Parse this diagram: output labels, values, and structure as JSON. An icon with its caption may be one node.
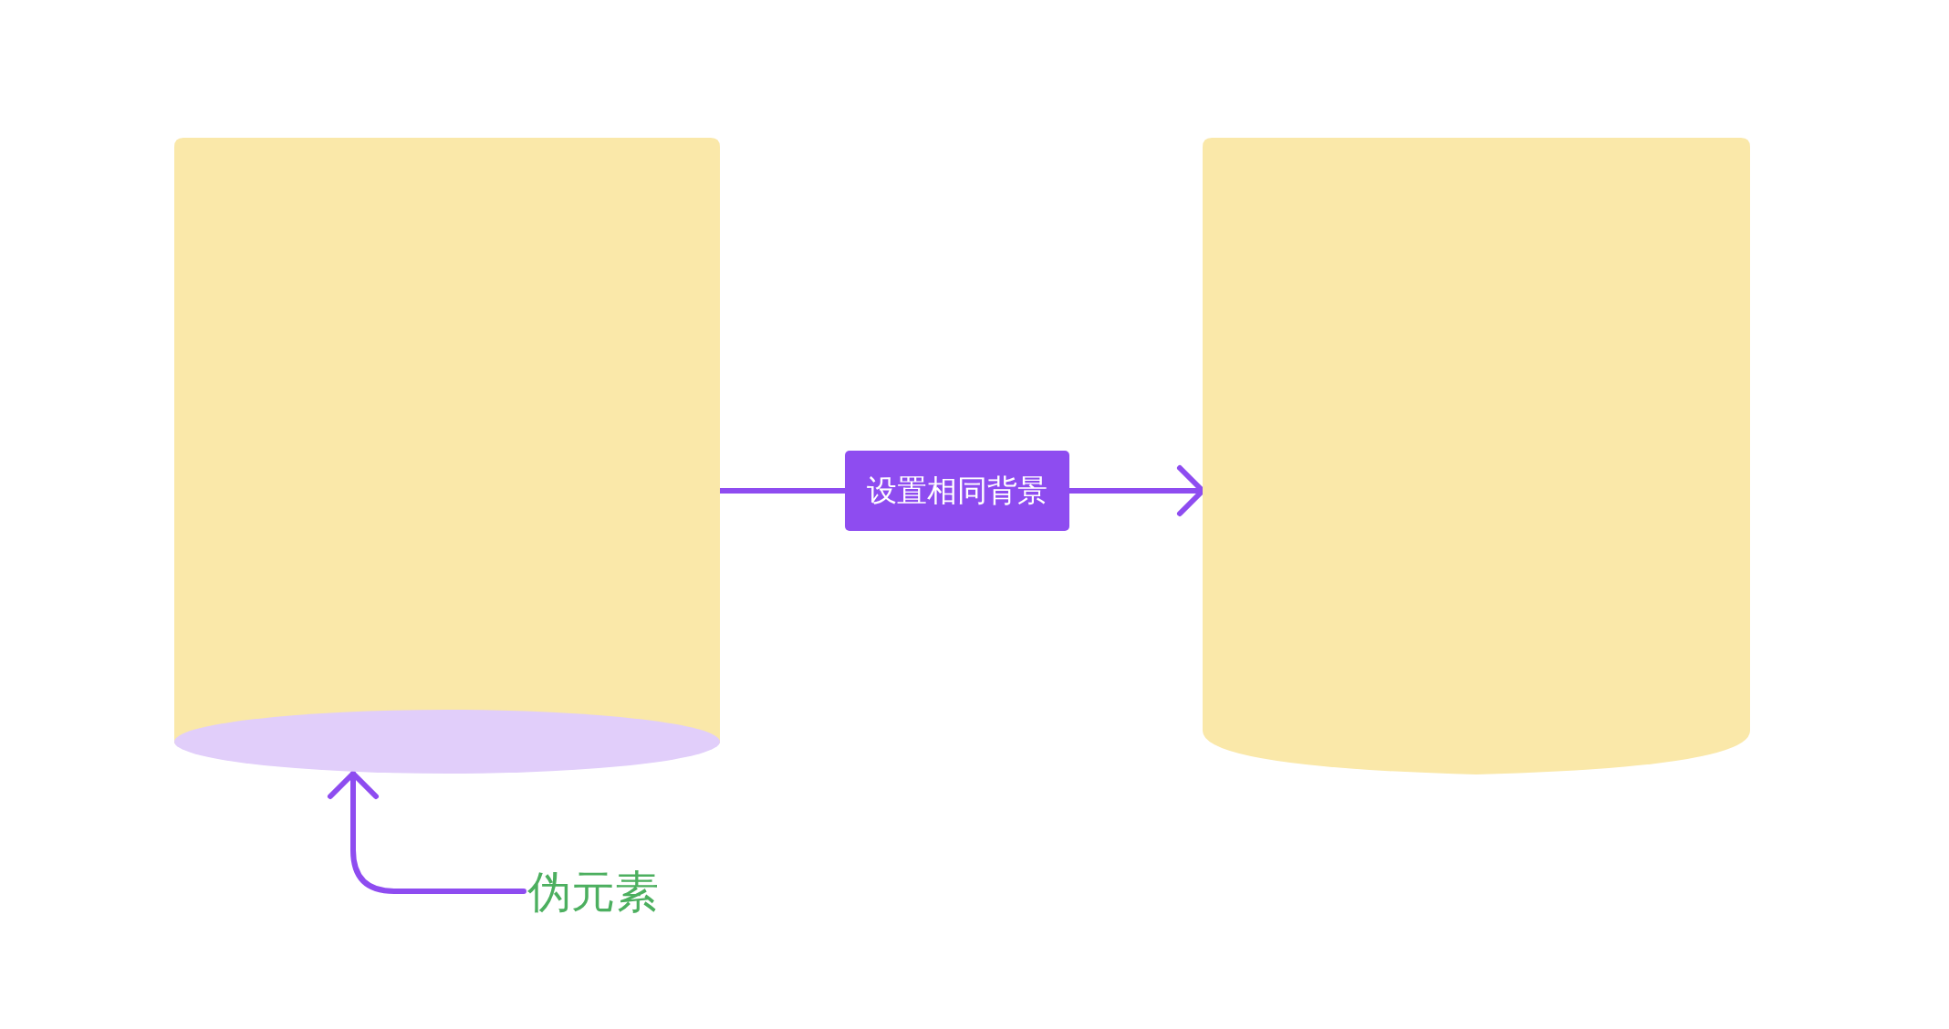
{
  "diagram": {
    "nodes": [
      {
        "text": [],
        "shape": "box"
      },
      {
        "text": [],
        "shape": "ellipse"
      },
      {
        "text": [],
        "shape": "box"
      },
      {
        "text": [
          "伪元素"
        ]
      }
    ],
    "edges": [
      {
        "from": 0,
        "to": 2,
        "arrow": "to",
        "label": "设置相同背景"
      },
      {
        "from": 3,
        "to": 1,
        "arrow": "to"
      }
    ]
  }
}
